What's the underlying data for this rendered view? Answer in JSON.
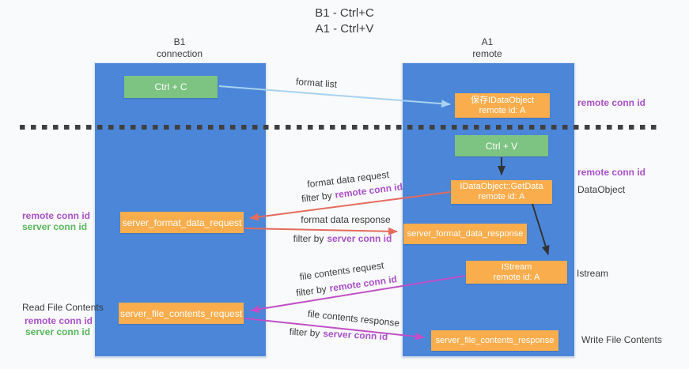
{
  "title": {
    "line1": "B1 - Ctrl+C",
    "line2": "A1 - Ctrl+V"
  },
  "lanes": {
    "left": {
      "title_line1": "B1",
      "title_line2": "connection"
    },
    "right": {
      "title_line1": "A1",
      "title_line2": "remote"
    }
  },
  "nodes": {
    "ctrl_c": {
      "label": "Ctrl + C"
    },
    "ctrl_v": {
      "label": "Ctrl + V"
    },
    "save_dataobject": {
      "line1": "保存IDataObject",
      "line2": "remote id: A"
    },
    "getdata": {
      "line1": "IDataObject::GetData",
      "line2": "remote id: A"
    },
    "istream": {
      "line1": "IStream",
      "line2": "remote id: A"
    },
    "format_request": {
      "label": "server_format_data_request"
    },
    "format_response": {
      "label": "server_format_data_response"
    },
    "file_request": {
      "label": "server_file_contents_request"
    },
    "file_response": {
      "label": "server_file_contents_response"
    }
  },
  "edge_labels": {
    "format_list": "format list",
    "format_data_request": "format data request",
    "format_data_response": "format data response",
    "file_contents_request": "file contents request",
    "file_contents_response": "file contents response",
    "filter_by": "filter by",
    "remote_conn_id": "remote conn id",
    "server_conn_id": "server conn id"
  },
  "annotations": {
    "remote_conn_id_top": "remote conn id",
    "remote_conn_id_mid": "remote conn id",
    "dataobject": "DataObject",
    "istream": "Istream",
    "write_file_contents": "Write File Contents",
    "read_file_contents": "Read File Contents",
    "remote_conn_id_left1": "remote conn id",
    "server_conn_id_left1": "server conn id",
    "remote_conn_id_left2": "remote conn id",
    "server_conn_id_left2": "server conn id"
  },
  "colors": {
    "lane_blue": "#4b86d8",
    "node_green": "#7dc382",
    "node_orange": "#f9ad4c",
    "arrow_lightblue": "#a6d2ef",
    "arrow_salmon": "#e56b5d",
    "arrow_magenta": "#c24fc6",
    "arrow_black": "#333333",
    "text_purple": "#a950c8",
    "text_green": "#56b75a",
    "dashed_line": "#404040",
    "background": "#f9fafb"
  }
}
